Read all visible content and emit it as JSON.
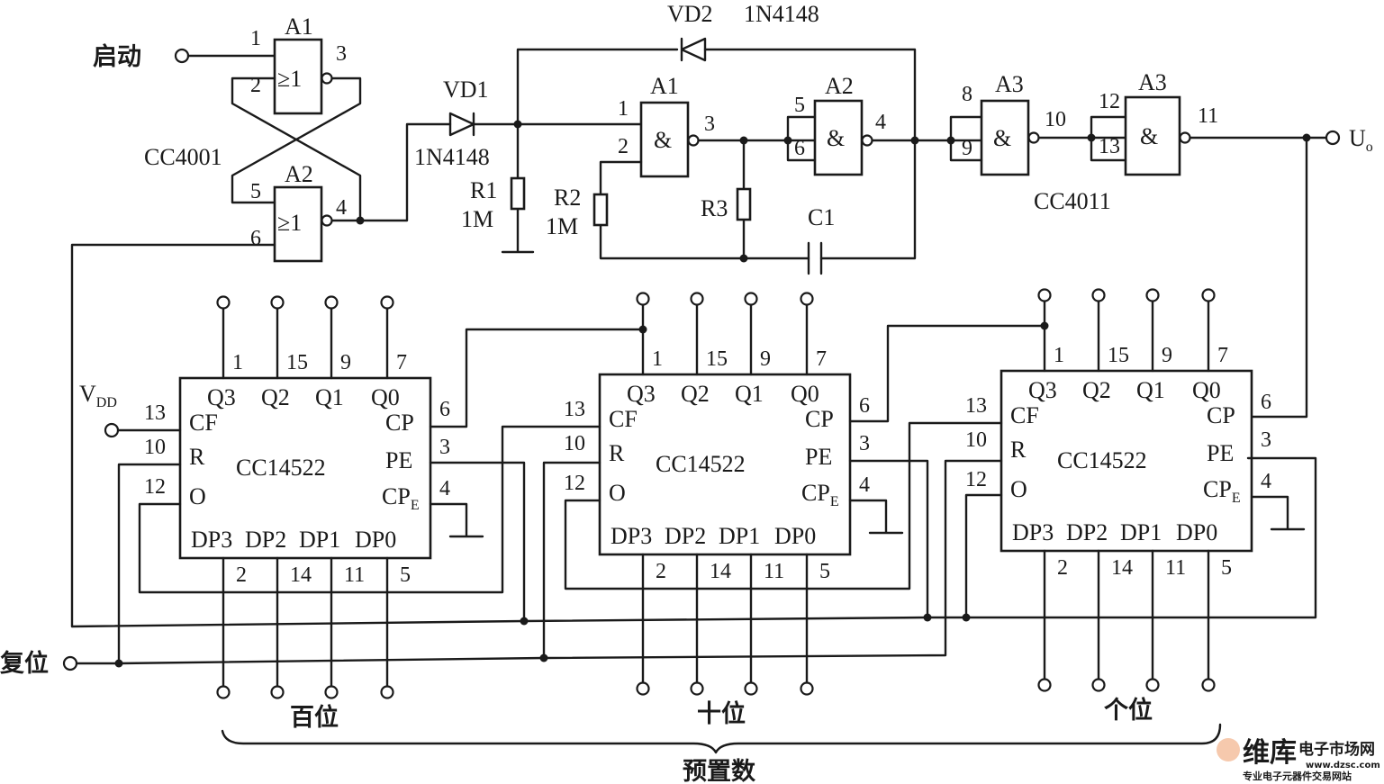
{
  "labels": {
    "start": "启动",
    "reset": "复位",
    "hundreds": "百位",
    "tens": "十位",
    "units": "个位",
    "preset_number": "预置数",
    "output": "U",
    "output_sub": "o",
    "vdd": "V",
    "vdd_sub": "DD"
  },
  "components": {
    "vd1": "VD1",
    "vd1_part": "1N4148",
    "vd2": "VD2",
    "vd2_part": "1N4148",
    "r1": "R1",
    "r1_val": "1M",
    "r2": "R2",
    "r2_val": "1M",
    "r3": "R3",
    "c1": "C1",
    "nor_ic": "CC4001",
    "nand_ic": "CC4011",
    "gate_a1": "A1",
    "gate_a2": "A2",
    "gate_a3": "A3",
    "nor_sym": "≥1",
    "nand_sym": "&"
  },
  "counter": {
    "name": "CC14522",
    "q3": "Q3",
    "q2": "Q2",
    "q1": "Q1",
    "q0": "Q0",
    "cf": "CF",
    "r": "R",
    "o": "O",
    "cp": "CP",
    "pe": "PE",
    "cpe": "CP",
    "cpe_sub": "E",
    "dp3": "DP3",
    "dp2": "DP2",
    "dp1": "DP1",
    "dp0": "DP0",
    "pin_q3": "1",
    "pin_q2": "15",
    "pin_q1": "9",
    "pin_q0": "7",
    "pin_cf": "13",
    "pin_r": "10",
    "pin_o": "12",
    "pin_cp": "6",
    "pin_pe": "3",
    "pin_cpe": "4",
    "pin_dp3": "2",
    "pin_dp2": "14",
    "pin_dp1": "11",
    "pin_dp0": "5"
  },
  "gate_pins": {
    "nor_a1": [
      "1",
      "2",
      "3"
    ],
    "nor_a2": [
      "5",
      "6",
      "4"
    ],
    "nand_a1": [
      "1",
      "2",
      "3"
    ],
    "nand_a2": [
      "5",
      "6",
      "4"
    ],
    "nand_a3a": [
      "8",
      "9",
      "10"
    ],
    "nand_a3b": [
      "12",
      "13",
      "11"
    ]
  },
  "watermark": {
    "logo": "维库",
    "title": "电子市场网",
    "url": "www.dzsc.com",
    "tagline": "专业电子元器件交易网站"
  }
}
